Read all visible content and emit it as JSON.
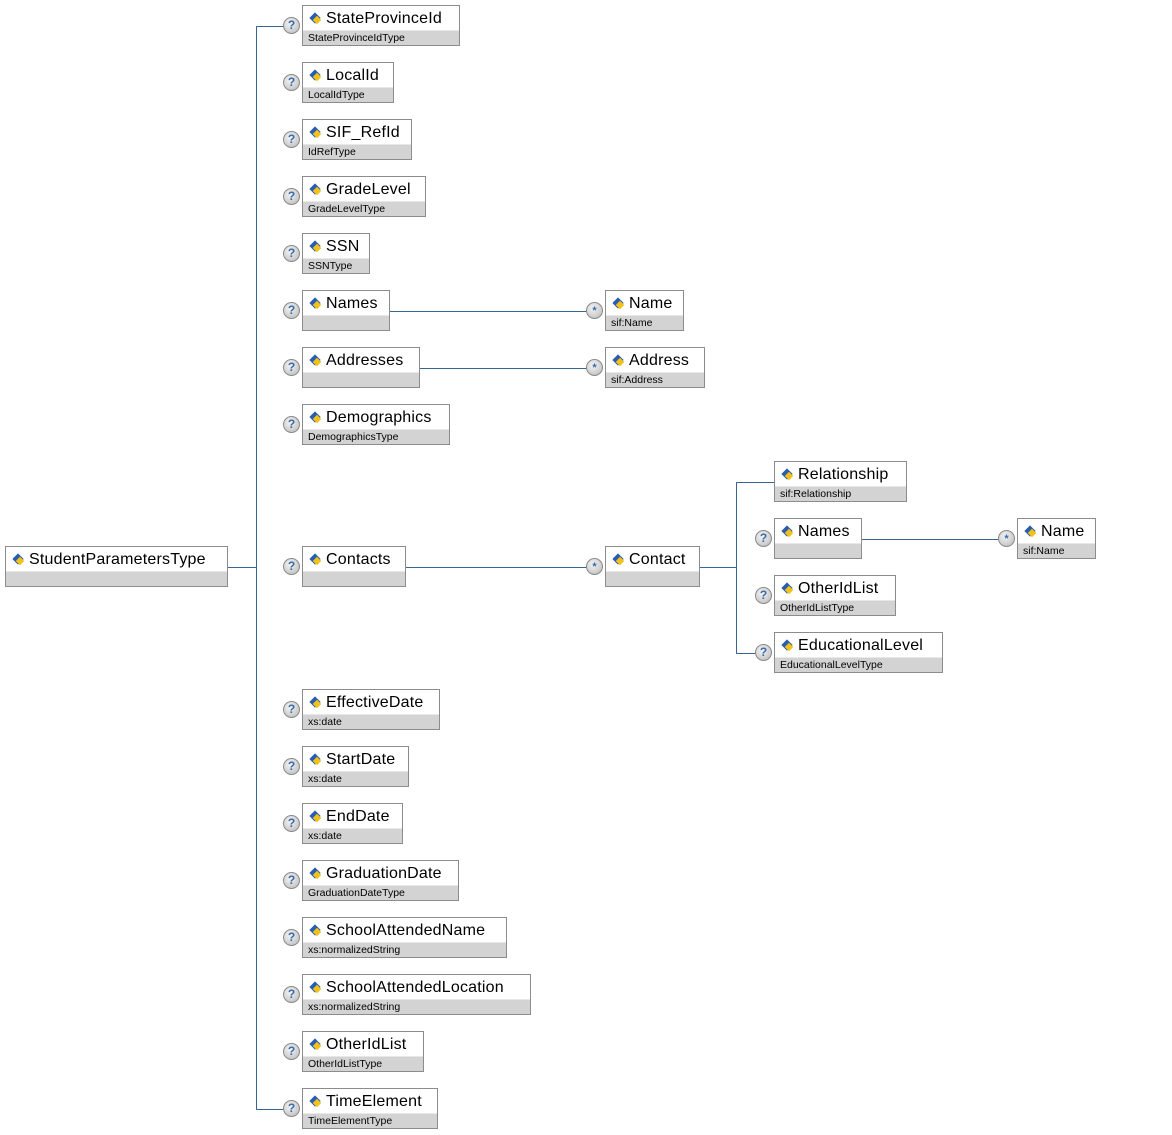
{
  "root": {
    "name": "StudentParametersType",
    "type": ""
  },
  "nodes": [
    {
      "id": "state-province-id",
      "name": "StateProvinceId",
      "type": "StateProvinceIdType",
      "occurrence": "?"
    },
    {
      "id": "local-id",
      "name": "LocalId",
      "type": "LocalIdType",
      "occurrence": "?"
    },
    {
      "id": "sif-refid",
      "name": "SIF_RefId",
      "type": "IdRefType",
      "occurrence": "?"
    },
    {
      "id": "grade-level",
      "name": "GradeLevel",
      "type": "GradeLevelType",
      "occurrence": "?"
    },
    {
      "id": "ssn",
      "name": "SSN",
      "type": "SSNType",
      "occurrence": "?"
    },
    {
      "id": "names",
      "name": "Names",
      "type": "",
      "occurrence": "?"
    },
    {
      "id": "names-name",
      "name": "Name",
      "type": "sif:Name",
      "occurrence": "*"
    },
    {
      "id": "addresses",
      "name": "Addresses",
      "type": "",
      "occurrence": "?"
    },
    {
      "id": "addresses-address",
      "name": "Address",
      "type": "sif:Address",
      "occurrence": "*"
    },
    {
      "id": "demographics",
      "name": "Demographics",
      "type": "DemographicsType",
      "occurrence": "?"
    },
    {
      "id": "contacts",
      "name": "Contacts",
      "type": "",
      "occurrence": "?"
    },
    {
      "id": "contact",
      "name": "Contact",
      "type": "",
      "occurrence": "*"
    },
    {
      "id": "contact-relationship",
      "name": "Relationship",
      "type": "sif:Relationship",
      "occurrence": ""
    },
    {
      "id": "contact-names",
      "name": "Names",
      "type": "",
      "occurrence": "?"
    },
    {
      "id": "contact-names-name",
      "name": "Name",
      "type": "sif:Name",
      "occurrence": "*"
    },
    {
      "id": "contact-other-id-list",
      "name": "OtherIdList",
      "type": "OtherIdListType",
      "occurrence": "?"
    },
    {
      "id": "contact-educational-level",
      "name": "EducationalLevel",
      "type": "EducationalLevelType",
      "occurrence": "?"
    },
    {
      "id": "effective-date",
      "name": "EffectiveDate",
      "type": "xs:date",
      "occurrence": "?"
    },
    {
      "id": "start-date",
      "name": "StartDate",
      "type": "xs:date",
      "occurrence": "?"
    },
    {
      "id": "end-date",
      "name": "EndDate",
      "type": "xs:date",
      "occurrence": "?"
    },
    {
      "id": "graduation-date",
      "name": "GraduationDate",
      "type": "GraduationDateType",
      "occurrence": "?"
    },
    {
      "id": "school-attended-name",
      "name": "SchoolAttendedName",
      "type": "xs:normalizedString",
      "occurrence": "?"
    },
    {
      "id": "school-attended-location",
      "name": "SchoolAttendedLocation",
      "type": "xs:normalizedString",
      "occurrence": "?"
    },
    {
      "id": "other-id-list",
      "name": "OtherIdList",
      "type": "OtherIdListType",
      "occurrence": "?"
    },
    {
      "id": "time-element",
      "name": "TimeElement",
      "type": "TimeElementType",
      "occurrence": "?"
    }
  ]
}
